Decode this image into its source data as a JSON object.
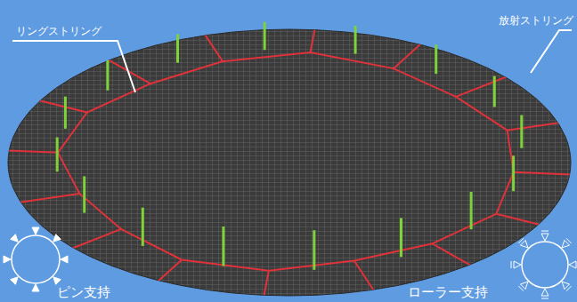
{
  "diagram": {
    "labels": [
      "リングストリング",
      "放射ストリング",
      "ピン支持",
      "ローラー支持"
    ]
  }
}
